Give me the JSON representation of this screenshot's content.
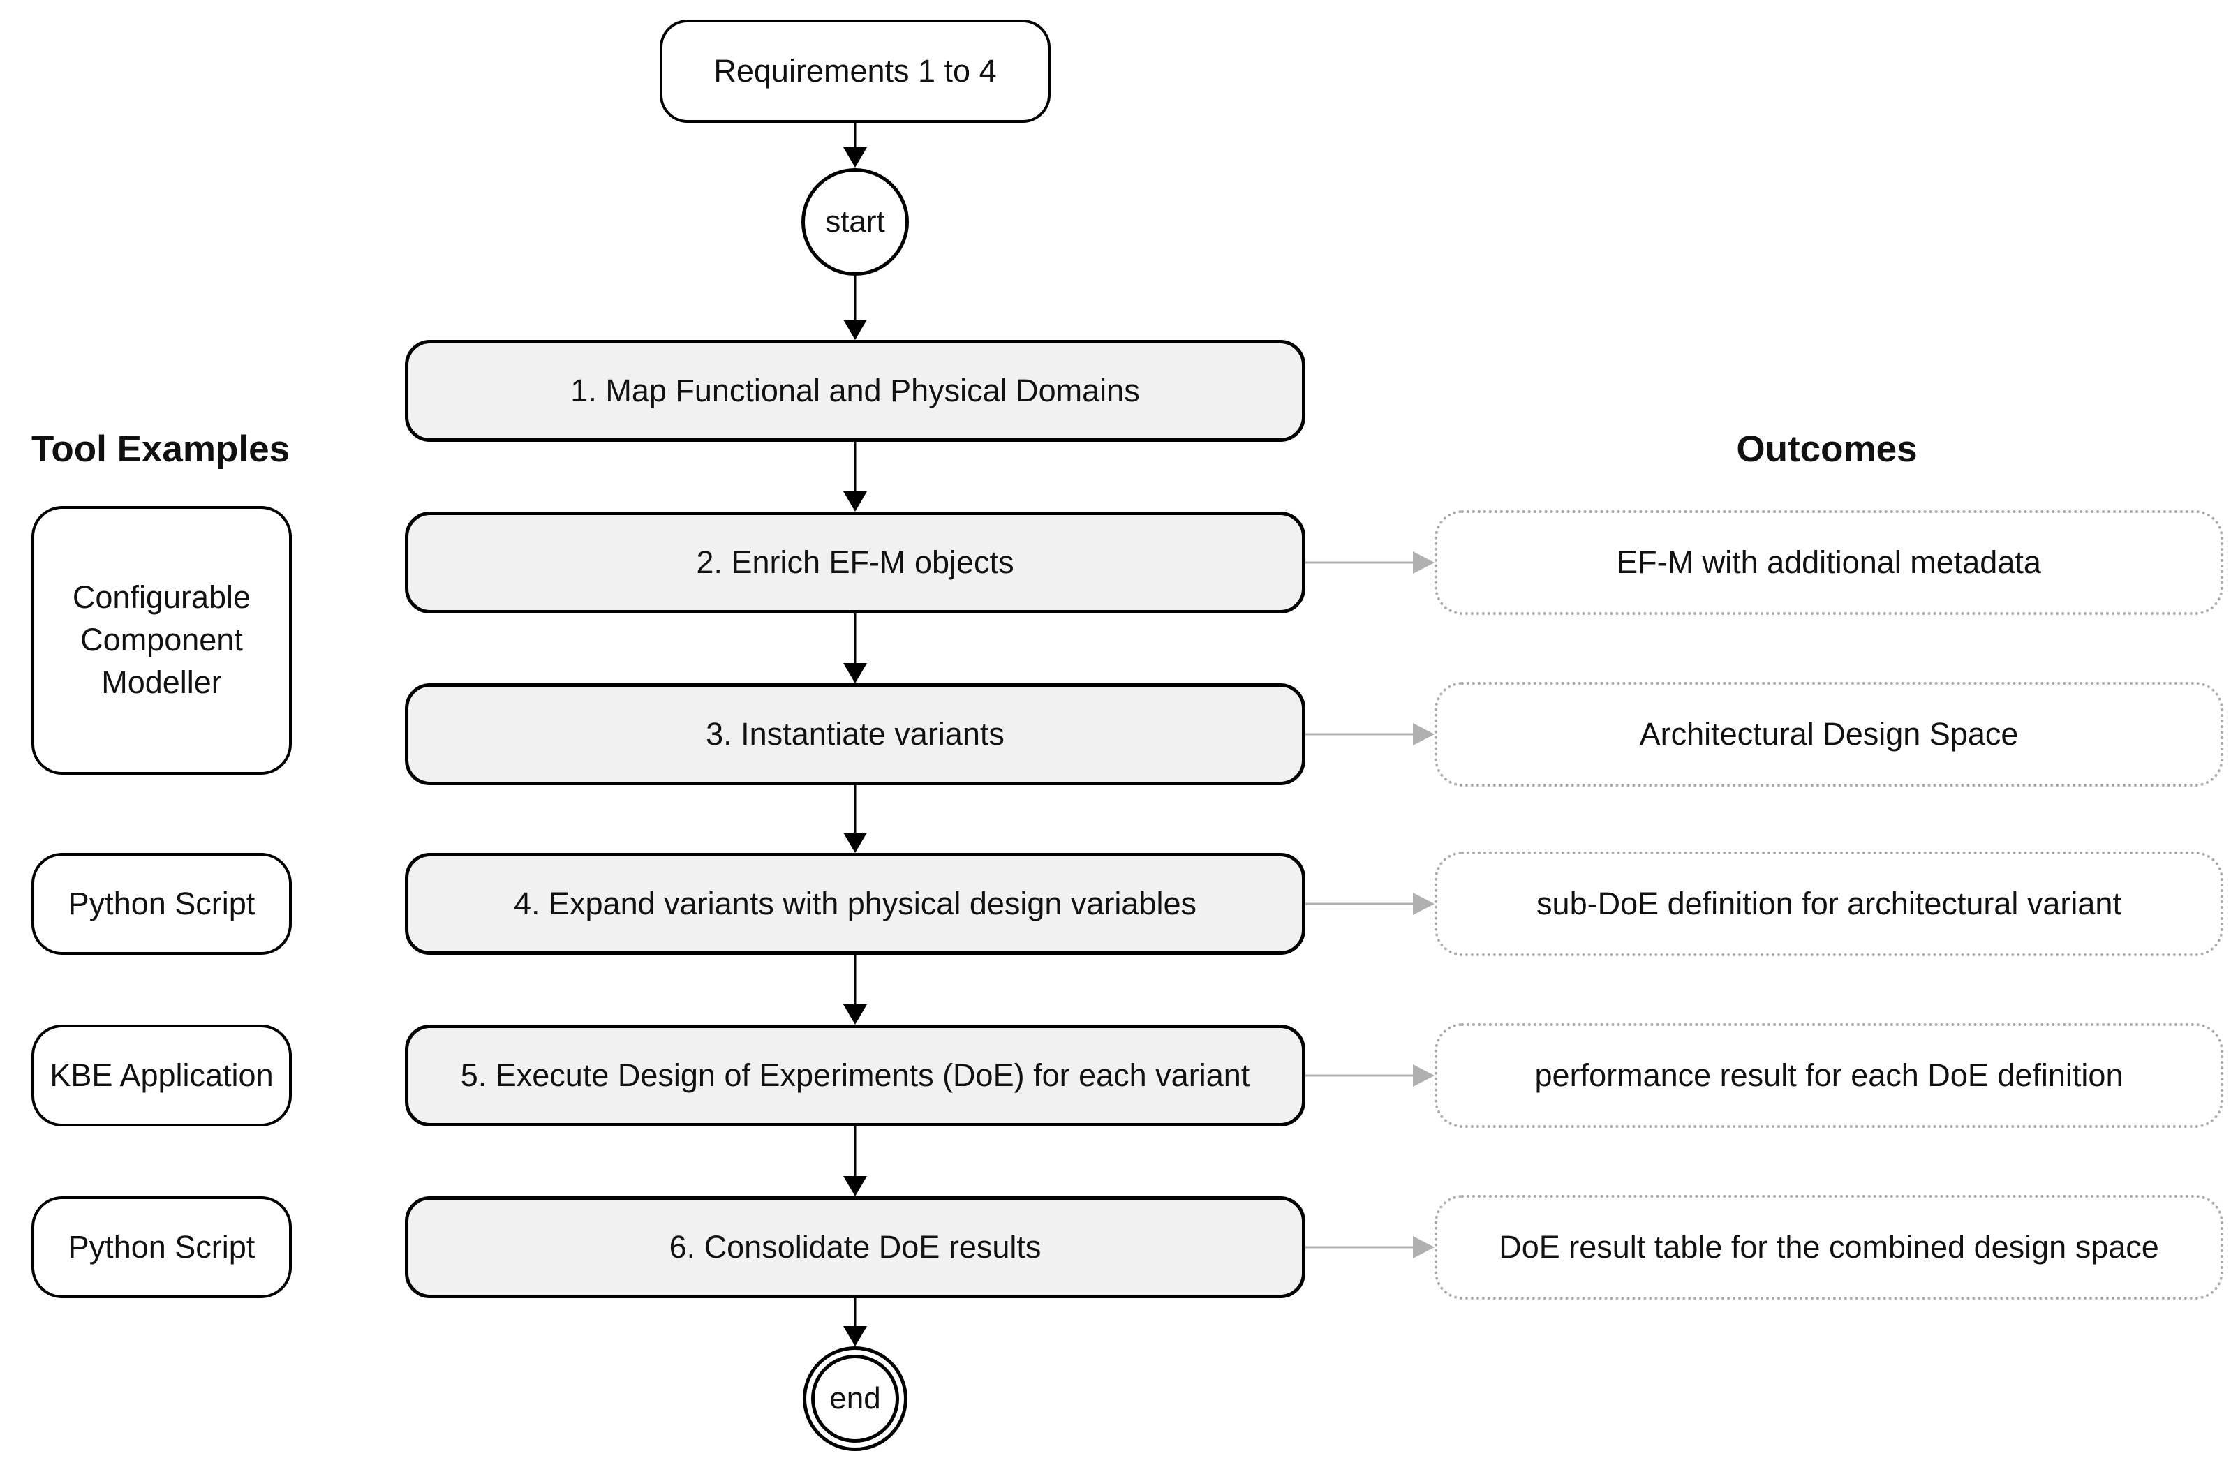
{
  "headings": {
    "tools": "Tool Examples",
    "outcomes": "Outcomes"
  },
  "flow": {
    "requirements_label": "Requirements 1 to 4",
    "start_label": "start",
    "end_label": "end",
    "steps": [
      "1. Map Functional and Physical Domains",
      "2. Enrich EF-M objects",
      "3. Instantiate variants",
      "4. Expand variants with physical design variables",
      "5. Execute Design of Experiments (DoE) for each variant",
      "6. Consolidate DoE results"
    ]
  },
  "tools": [
    "Configurable Component Modeller",
    "Python Script",
    "KBE Application",
    "Python Script"
  ],
  "outcomes": [
    "EF-M with additional metadata",
    "Architectural Design Space",
    "sub-DoE definition for architectural variant",
    "performance result for each DoE definition",
    "DoE result table for the combined design space"
  ],
  "colors": {
    "step_fill": "#f1f1f1",
    "border": "#000000",
    "outcome_border": "#ababab",
    "connector_gray": "#b0b0b0",
    "text": "#111111"
  }
}
